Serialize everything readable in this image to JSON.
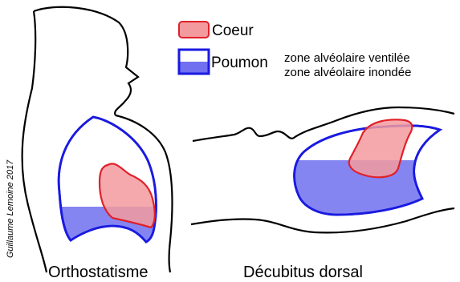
{
  "legend": {
    "heart_label": "Coeur",
    "lung_label": "Poumon",
    "lung_ventilated_label": "zone alvéolaire ventilée",
    "lung_flooded_label": "zone alvéolaire inondée"
  },
  "captions": {
    "upright": "Orthostatisme",
    "supine": "Décubitus dorsal"
  },
  "credit": "Guillaume Lemoine 2017",
  "colors": {
    "outline": "#000000",
    "lung_stroke": "#1a1ae0",
    "lung_fill_flooded": "#7070f0",
    "heart_stroke": "#e0202a",
    "heart_fill": "#f39a9e"
  }
}
